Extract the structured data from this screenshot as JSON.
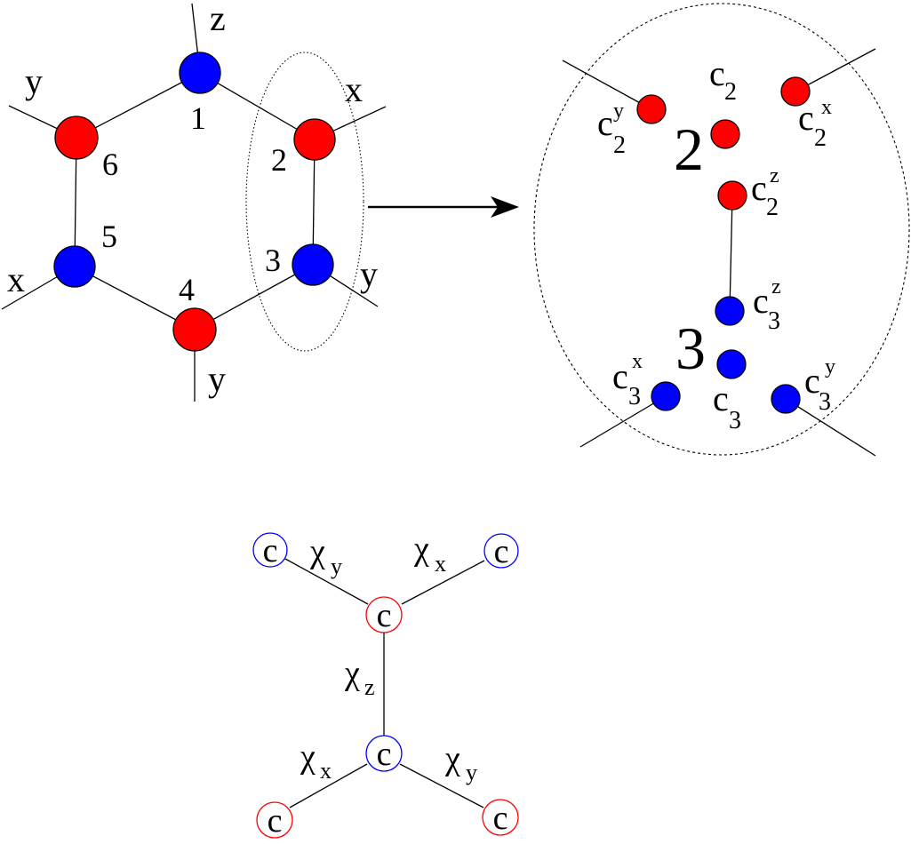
{
  "colors": {
    "red": "#ff0000",
    "blue": "#0000ff",
    "ink": "#000000"
  },
  "hexagon": {
    "site_numbers": [
      "1",
      "2",
      "3",
      "4",
      "5",
      "6"
    ],
    "bond_labels": {
      "site1": "z",
      "site2": "x",
      "site3": "y",
      "site4": "y",
      "site5": "x",
      "site6": "y"
    }
  },
  "zoom": {
    "site2_label": "2",
    "site3_label": "3",
    "majorana": {
      "c2y": {
        "base": "c",
        "sub": "2",
        "sup": "y"
      },
      "c2": {
        "base": "c",
        "sub": "2"
      },
      "c2x": {
        "base": "c",
        "sub": "2",
        "sup": "x"
      },
      "c2z": {
        "base": "c",
        "sub": "2",
        "sup": "z"
      },
      "c3z": {
        "base": "c",
        "sub": "3",
        "sup": "z"
      },
      "c3x": {
        "base": "c",
        "sub": "3",
        "sup": "x"
      },
      "c3": {
        "base": "c",
        "sub": "3"
      },
      "c3y": {
        "base": "c",
        "sub": "3",
        "sup": "y"
      }
    }
  },
  "tree": {
    "node_label": "c",
    "chi_symbol": "χ",
    "bonds": {
      "upper_left": "y",
      "upper_right": "x",
      "middle": "z",
      "lower_left": "x",
      "lower_right": "y"
    }
  }
}
